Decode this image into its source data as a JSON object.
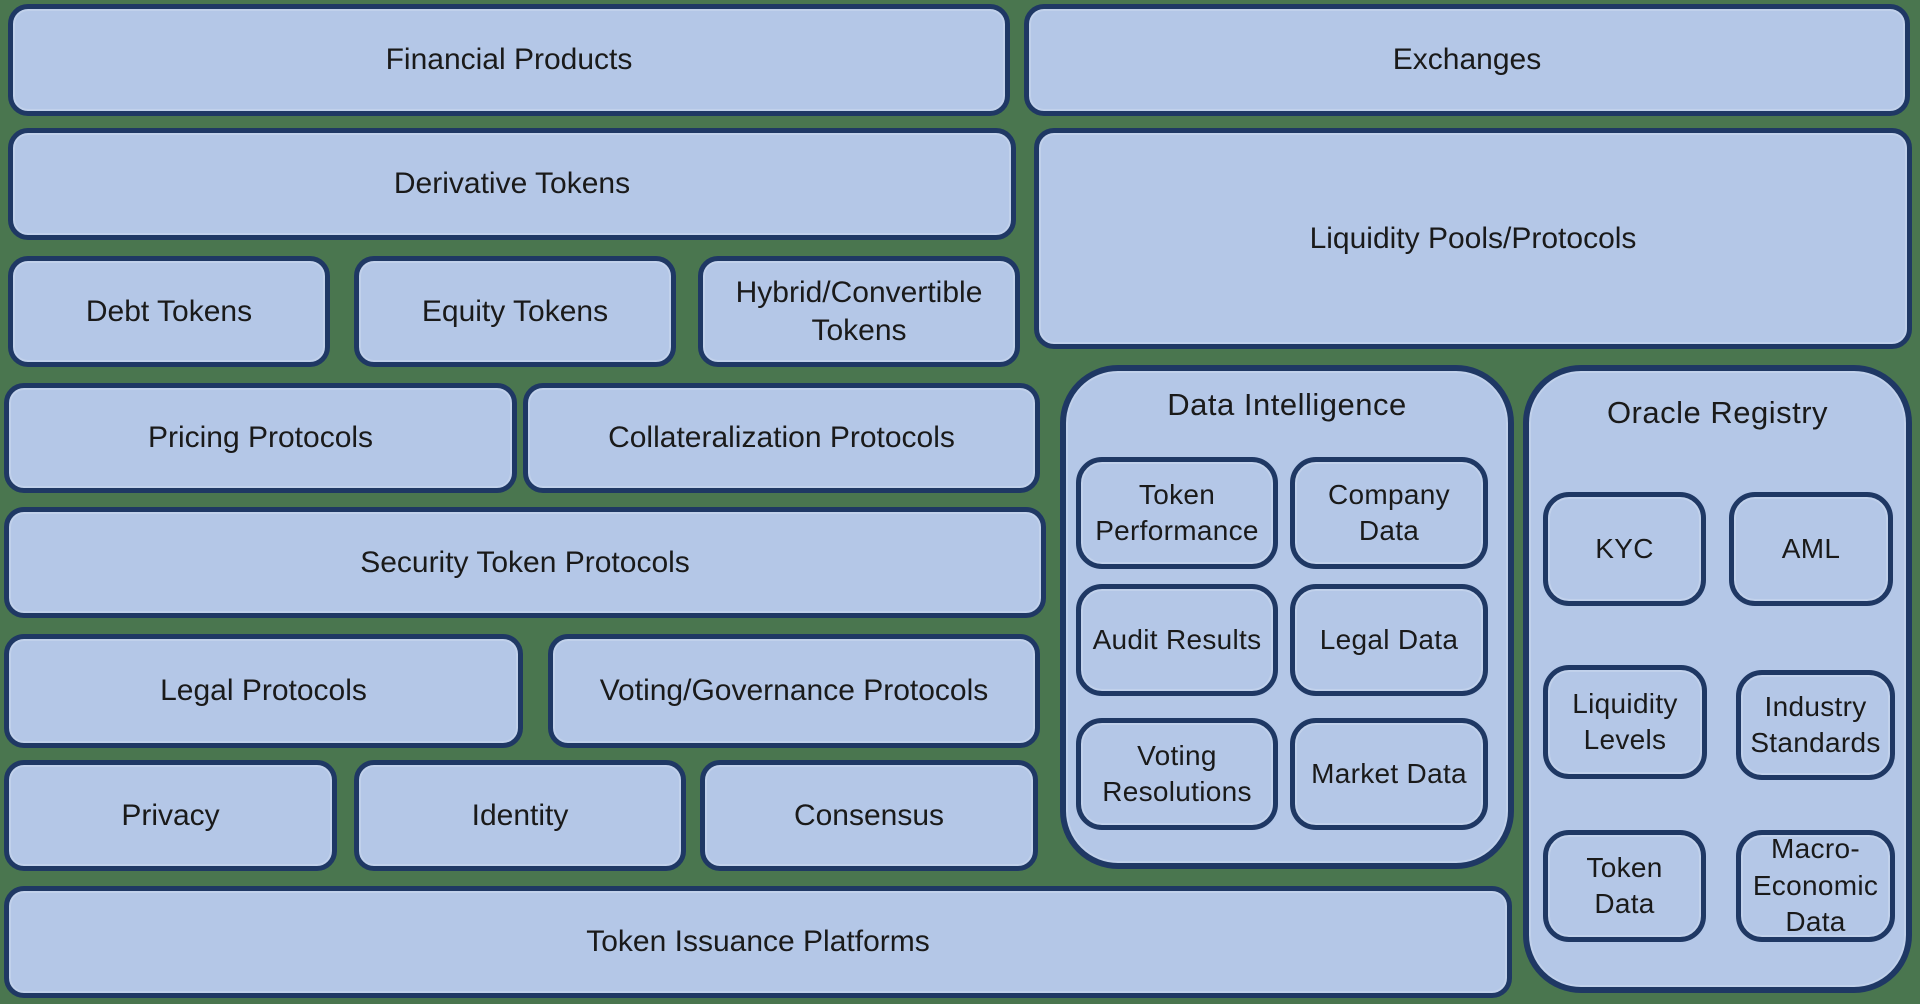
{
  "colors": {
    "background": "#4a764f",
    "box_fill": "#b4c7e7",
    "box_border": "#1f3864",
    "text": "#1a1a1a"
  },
  "boxes": {
    "financial_products": {
      "label": "Financial Products"
    },
    "exchanges": {
      "label": "Exchanges"
    },
    "derivative_tokens": {
      "label": "Derivative Tokens"
    },
    "liquidity_pools_protocols": {
      "label": "Liquidity Pools/Protocols"
    },
    "debt_tokens": {
      "label": "Debt Tokens"
    },
    "equity_tokens": {
      "label": "Equity Tokens"
    },
    "hybrid_convertible_tokens": {
      "label": "Hybrid/Convertible\nTokens"
    },
    "pricing_protocols": {
      "label": "Pricing Protocols"
    },
    "collateralization_protocols": {
      "label": "Collateralization Protocols"
    },
    "security_token_protocols": {
      "label": "Security Token Protocols"
    },
    "legal_protocols": {
      "label": "Legal Protocols"
    },
    "voting_governance_protocols": {
      "label": "Voting/Governance Protocols"
    },
    "privacy": {
      "label": "Privacy"
    },
    "identity": {
      "label": "Identity"
    },
    "consensus": {
      "label": "Consensus"
    },
    "token_issuance_platforms": {
      "label": "Token Issuance Platforms"
    }
  },
  "panels": {
    "data_intelligence": {
      "title": "Data Intelligence",
      "items": [
        {
          "label": "Token\nPerformance"
        },
        {
          "label": "Company\nData"
        },
        {
          "label": "Audit Results"
        },
        {
          "label": "Legal Data"
        },
        {
          "label": "Voting\nResolutions"
        },
        {
          "label": "Market Data"
        }
      ]
    },
    "oracle_registry": {
      "title": "Oracle Registry",
      "items": [
        {
          "label": "KYC"
        },
        {
          "label": "AML"
        },
        {
          "label": "Liquidity\nLevels"
        },
        {
          "label": "Industry\nStandards"
        },
        {
          "label": "Token\nData"
        },
        {
          "label": "Macro-\nEconomic\nData"
        }
      ]
    }
  }
}
